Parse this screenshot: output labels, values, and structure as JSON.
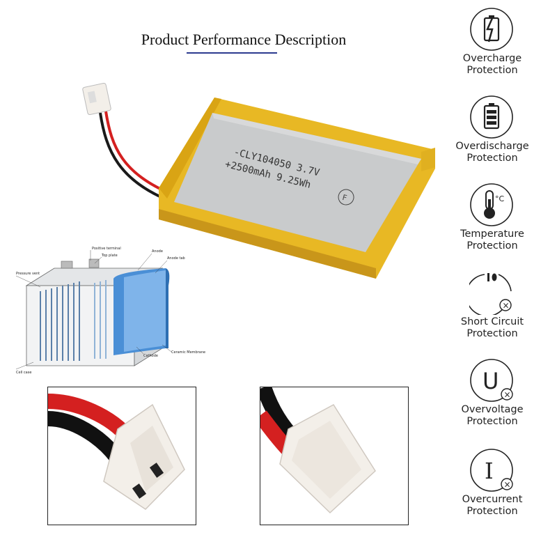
{
  "title": "Product Performance Description",
  "battery": {
    "label_line1": "-CLY104050 3.7V",
    "label_line2": "+2500mAh 9.25Wh",
    "logo_letters": "F"
  },
  "diagram": {
    "labels": {
      "positive_terminal": "Positive terminal",
      "top_plate": "Top plate",
      "anode": "Anode",
      "anode_tab": "Anode tab",
      "pressure_vent": "Pressure vent",
      "ceramic_membrane": "Ceramic Membrane",
      "cathode": "Cathode",
      "cell_case": "Cell case"
    }
  },
  "features": [
    {
      "icon": "overcharge-icon",
      "line1": "Overcharge",
      "line2": "Protection"
    },
    {
      "icon": "overdischarge-icon",
      "line1": "Overdischarge",
      "line2": "Protection"
    },
    {
      "icon": "temperature-icon",
      "line1": "Temperature",
      "line2": "Protection"
    },
    {
      "icon": "short-circuit-icon",
      "line1": "Short Circuit",
      "line2": "Protection"
    },
    {
      "icon": "overvoltage-icon",
      "line1": "Overvoltage",
      "line2": "Protection"
    },
    {
      "icon": "overcurrent-icon",
      "line1": "Overcurrent",
      "line2": "Protection"
    }
  ],
  "icon_glyphs": {
    "temperature_unit": "°C",
    "voltage_letter": "U",
    "current_letter": "I",
    "cross": "×"
  },
  "colors": {
    "yellow_tape": "#e8b824",
    "cell_silver": "#c9cbcc",
    "wire_red": "#d42020",
    "wire_black": "#1a1a1a",
    "connector_white": "#f3efe9",
    "title_underline": "#2b3a8f"
  }
}
